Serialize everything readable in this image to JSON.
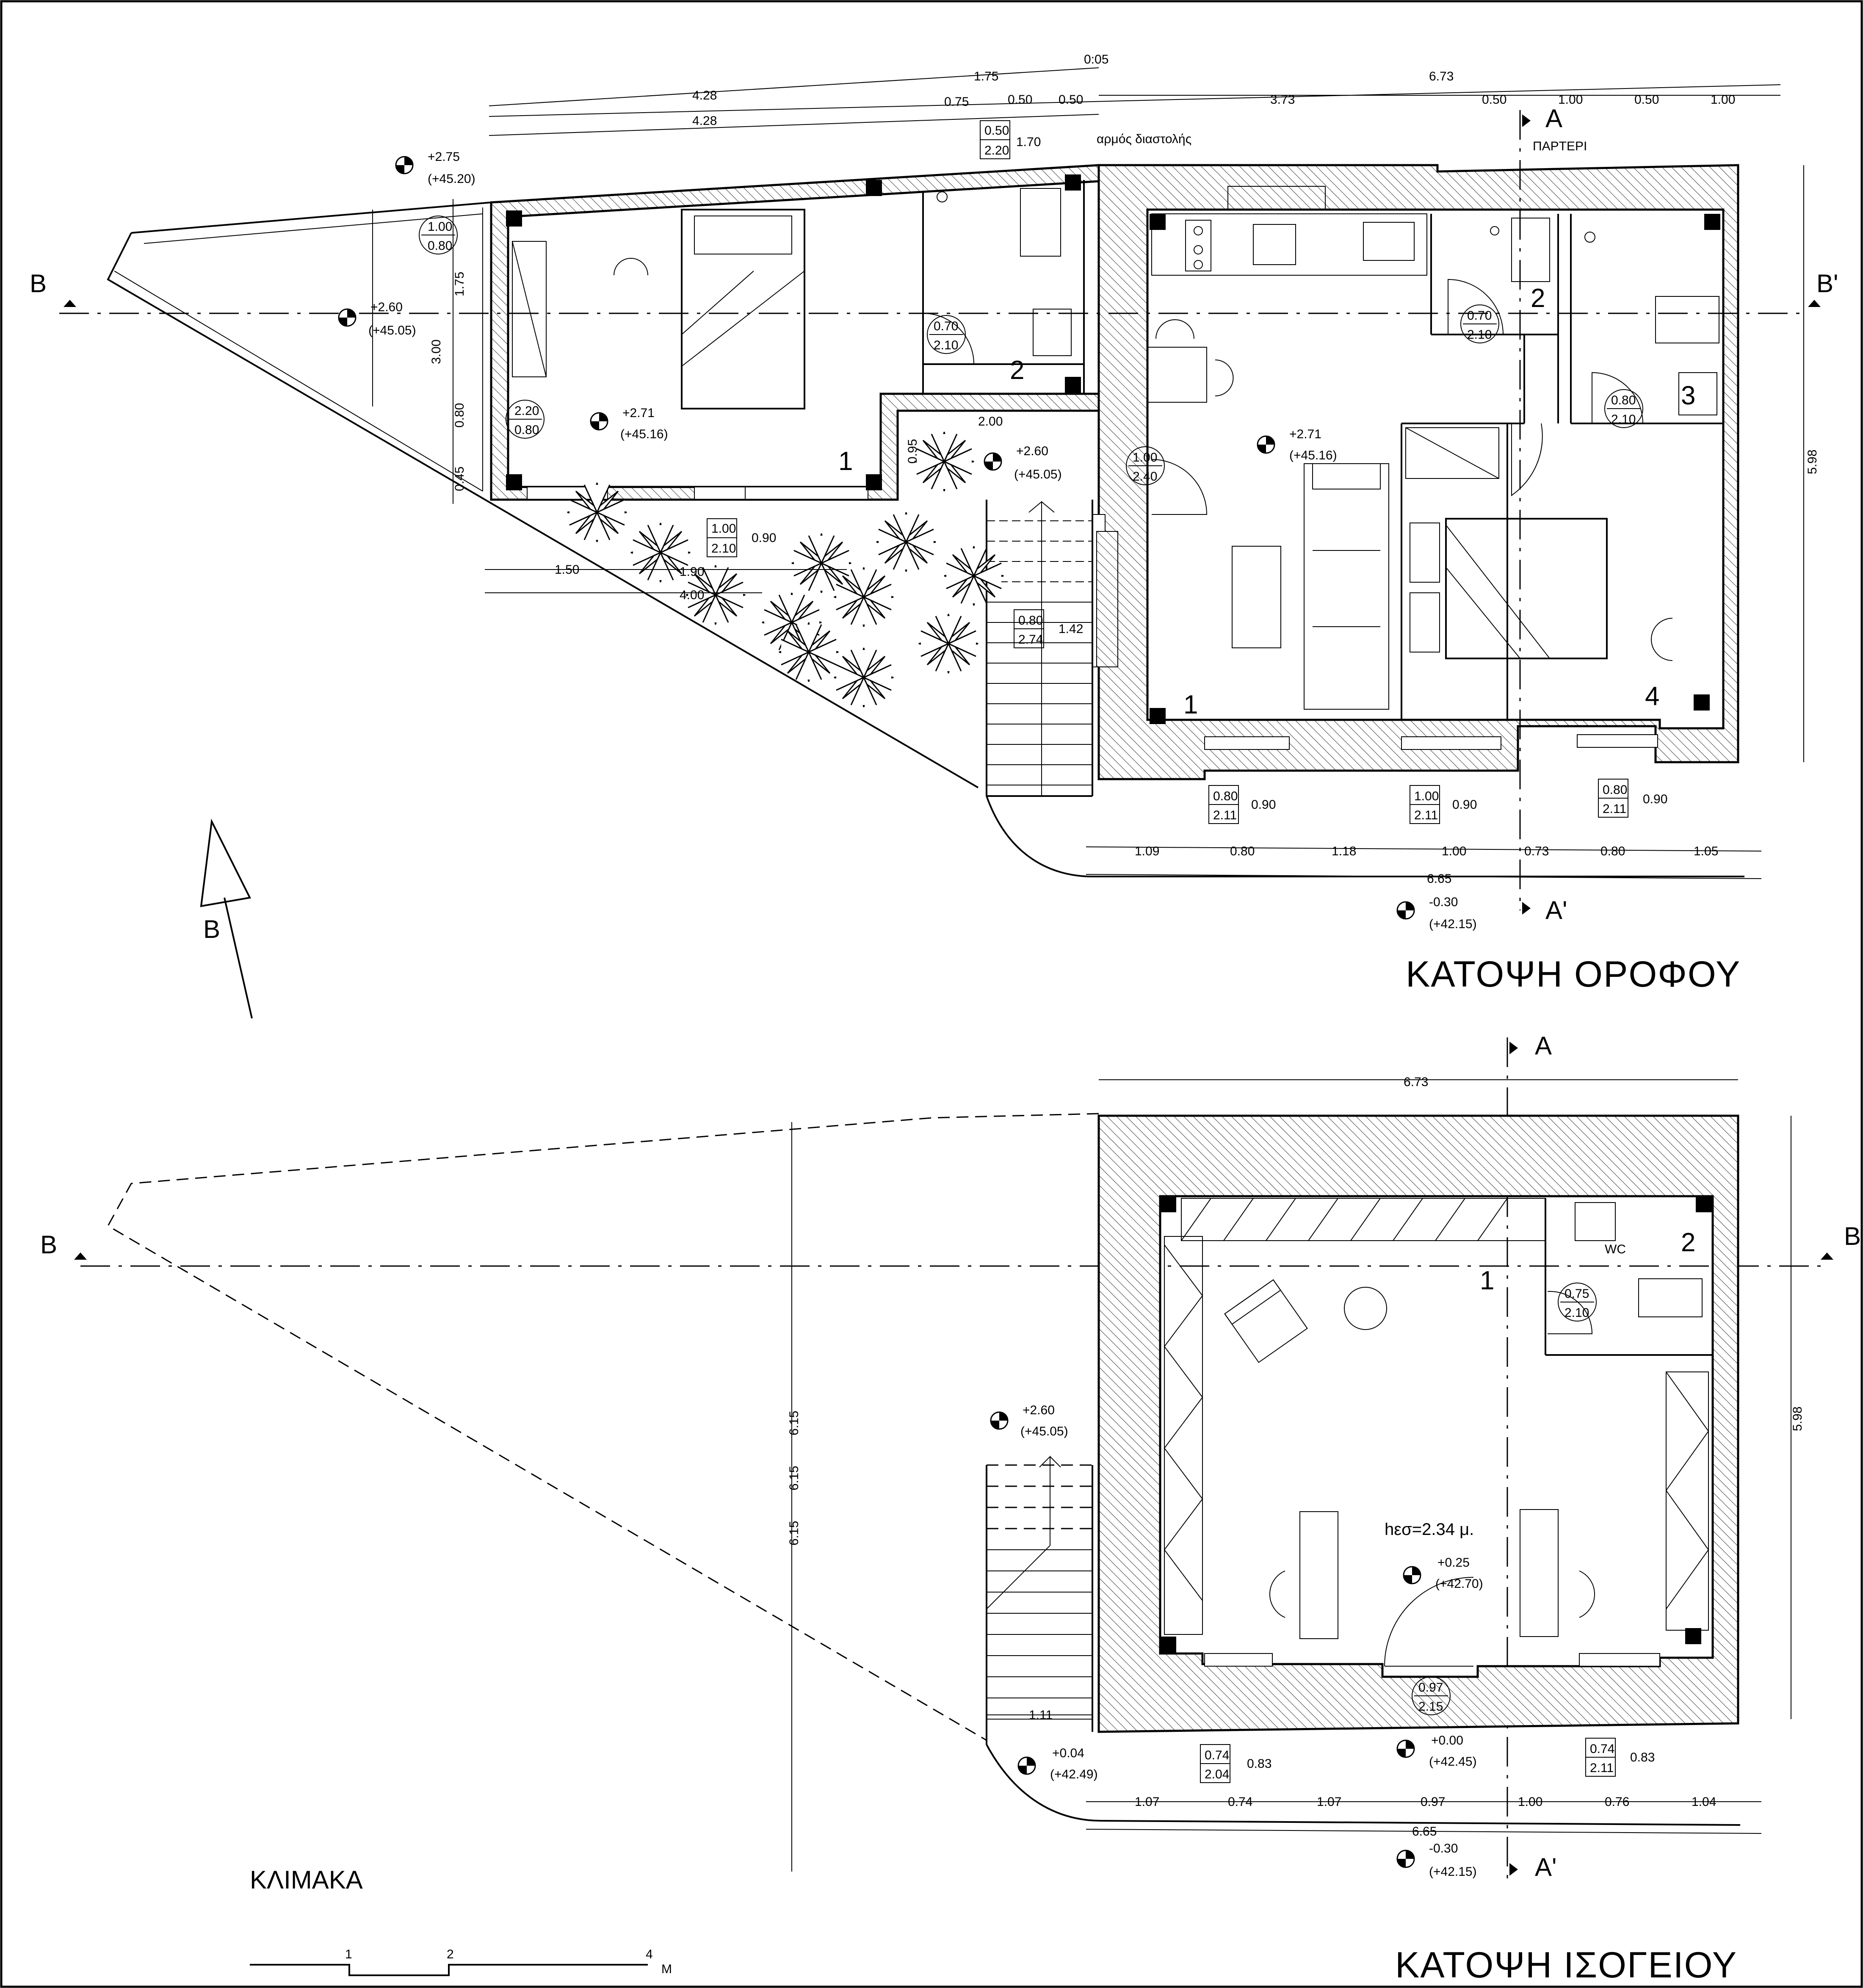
{
  "titles": {
    "upper_floor": "ΚΑΤΟΨΗ ΟΡΟΦΟΥ",
    "ground_floor": "ΚΑΤΟΨΗ  ΙΣΟΓΕΙΟΥ"
  },
  "scale": {
    "label": "ΚΛΙΜΑΚΑ",
    "ticks": [
      "1",
      "2",
      "4"
    ],
    "unit": "M"
  },
  "north": {
    "label": "B"
  },
  "section_marks": {
    "a": "A",
    "a_prime": "A'",
    "b": "B",
    "b_prime": "B'"
  },
  "notes": {
    "partery": "ΠΑΡΤΕΡΙ",
    "expansion_joint": "αρμός διαστολής",
    "wc": "WC",
    "clear_height": "hεσ=2.34 μ."
  },
  "upper": {
    "top_dims": [
      "4.28",
      "1.75",
      "0:05",
      "6.73",
      "0.75",
      "0.50",
      "0.50",
      "3.73",
      "0.50",
      "1.00",
      "0.50",
      "1.00",
      "4.28"
    ],
    "left_dims": [
      "1.75",
      "3.00",
      "0.80",
      "0.45"
    ],
    "bottom_dims": [
      "1.09",
      "0.80",
      "1.18",
      "1.00",
      "0.73",
      "0.80",
      "1.05",
      "6.65"
    ],
    "right_dim": "5.98",
    "misc_dims": [
      "1.50",
      "1.90",
      "4.00",
      "2.00",
      "0.95",
      "1.42"
    ],
    "levels": [
      {
        "v": "+2.75",
        "a": "(+45.20)"
      },
      {
        "v": "+2.60",
        "a": "(+45.05)"
      },
      {
        "v": "+2.71",
        "a": "(+45.16)"
      },
      {
        "v": "+2.60",
        "a": "(+45.05)"
      },
      {
        "v": "+2.71",
        "a": "(+45.16)"
      },
      {
        "v": "-0.30",
        "a": "(+42.15)"
      }
    ],
    "openings": [
      {
        "t": "0.50",
        "b": "2.20",
        "s": "1.70"
      },
      {
        "t": "1.00",
        "b": "2.10",
        "s": "0.90"
      },
      {
        "t": "0.80",
        "b": "2.74",
        "s": "1.42"
      },
      {
        "t": "0.80",
        "b": "2.11",
        "s": "0.90"
      },
      {
        "t": "1.00",
        "b": "2.11",
        "s": "0.90"
      },
      {
        "t": "0.80",
        "b": "2.11",
        "s": "0.90"
      }
    ],
    "door_circles": [
      {
        "t": "1.00",
        "b": "0.80"
      },
      {
        "t": "2.20",
        "b": "0.80"
      },
      {
        "t": "0.70",
        "b": "2.10"
      },
      {
        "t": "1.00",
        "b": "2.40"
      },
      {
        "t": "0.70",
        "b": "2.10"
      },
      {
        "t": "0.80",
        "b": "2.10"
      }
    ],
    "room_numbers": [
      "1",
      "2",
      "1",
      "2",
      "3",
      "4"
    ]
  },
  "ground": {
    "top_dim": "6.73",
    "right_dim": "5.98",
    "left_dims": [
      "6.15",
      "6.15",
      "6.15"
    ],
    "bottom_dims": [
      "1.07",
      "0.74",
      "1.07",
      "0.97",
      "1.00",
      "0.76",
      "1.04",
      "6.65"
    ],
    "stair_dim": "1.11",
    "levels": [
      {
        "v": "+2.60",
        "a": "(+45.05)"
      },
      {
        "v": "+0.25",
        "a": "(+42.70)"
      },
      {
        "v": "+0.04",
        "a": "(+42.49)"
      },
      {
        "v": "+0.00",
        "a": "(+42.45)"
      },
      {
        "v": "-0.30",
        "a": "(+42.15)"
      }
    ],
    "openings": [
      {
        "t": "0.74",
        "b": "2.04",
        "s": "0.83"
      },
      {
        "t": "0.74",
        "b": "2.11",
        "s": "0.83"
      }
    ],
    "door_circles": [
      {
        "t": "0.75",
        "b": "2.10"
      },
      {
        "t": "0.97",
        "b": "2.15"
      }
    ],
    "room_numbers": [
      "1",
      "2"
    ]
  }
}
